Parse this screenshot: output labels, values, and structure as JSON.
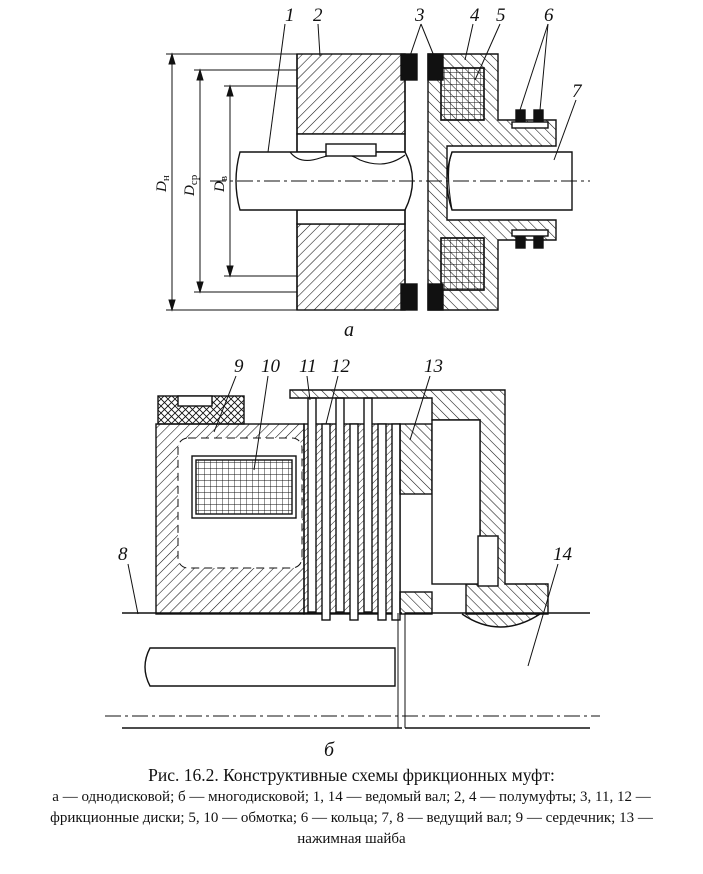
{
  "figure": {
    "diagram_a": {
      "sublabel": "а",
      "labels": [
        "1",
        "2",
        "3",
        "4",
        "5",
        "6",
        "7"
      ],
      "dimensions": [
        {
          "letter": "D",
          "sub": "н"
        },
        {
          "letter": "D",
          "sub": "ср"
        },
        {
          "letter": "D",
          "sub": "в"
        }
      ]
    },
    "diagram_b": {
      "sublabel": "б",
      "labels": [
        "8",
        "9",
        "10",
        "11",
        "12",
        "13",
        "14"
      ]
    }
  },
  "caption": {
    "title": "Рис. 16.2. Конструктивные схемы фрикционных муфт:",
    "text": "а — однодисковой; б — многодисковой; 1, 14 — ведомый вал; 2, 4 — полумуфты; 3, 11, 12 — фрикционные диски; 5, 10 — обмотка; 6 — кольца; 7, 8 — ведущий вал; 9 — сердечник; 13 — нажимная шайба"
  }
}
